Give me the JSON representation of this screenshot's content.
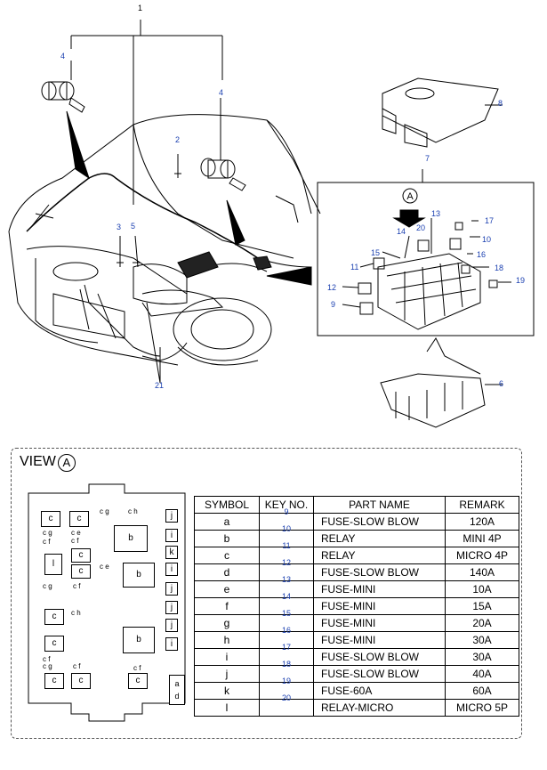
{
  "callouts": {
    "c1": "1",
    "c2": "2",
    "c3": "3",
    "c4a": "4",
    "c4b": "4",
    "c5": "5",
    "c6": "6",
    "c7": "7",
    "c8": "8",
    "c9": "9",
    "c10": "10",
    "c11": "11",
    "c12": "12",
    "c13": "13",
    "c14": "14",
    "c15": "15",
    "c16": "16",
    "c17": "17",
    "c18": "18",
    "c19": "19",
    "c20": "20",
    "c21": "21",
    "viewA_marker": "A"
  },
  "view_label": "VIEW",
  "view_letter": "A",
  "table": {
    "headers": [
      "SYMBOL",
      "KEY NO.",
      "PART NAME",
      "REMARK"
    ],
    "rows": [
      {
        "symbol": "a",
        "key": "9",
        "part": "FUSE-SLOW BLOW",
        "remark": "120A"
      },
      {
        "symbol": "b",
        "key": "10",
        "part": "RELAY",
        "remark": "MINI 4P"
      },
      {
        "symbol": "c",
        "key": "11",
        "part": "RELAY",
        "remark": "MICRO 4P"
      },
      {
        "symbol": "d",
        "key": "12",
        "part": "FUSE-SLOW BLOW",
        "remark": "140A"
      },
      {
        "symbol": "e",
        "key": "13",
        "part": "FUSE-MINI",
        "remark": "10A"
      },
      {
        "symbol": "f",
        "key": "14",
        "part": "FUSE-MINI",
        "remark": "15A"
      },
      {
        "symbol": "g",
        "key": "15",
        "part": "FUSE-MINI",
        "remark": "20A"
      },
      {
        "symbol": "h",
        "key": "16",
        "part": "FUSE-MINI",
        "remark": "30A"
      },
      {
        "symbol": "i",
        "key": "17",
        "part": "FUSE-SLOW BLOW",
        "remark": "30A"
      },
      {
        "symbol": "j",
        "key": "18",
        "part": "FUSE-SLOW BLOW",
        "remark": "40A"
      },
      {
        "symbol": "k",
        "key": "19",
        "part": "FUSE-60A",
        "remark": "60A"
      },
      {
        "symbol": "l",
        "key": "20",
        "part": "RELAY-MICRO",
        "remark": "MICRO 5P"
      }
    ]
  },
  "fuse_box_labels": {
    "c": "c",
    "b": "b",
    "l": "l",
    "i": "i",
    "j": "j",
    "k": "k",
    "a": "a",
    "d": "d",
    "cg": "c g",
    "ce": "c e",
    "cf": "c f",
    "ch": "c h"
  }
}
